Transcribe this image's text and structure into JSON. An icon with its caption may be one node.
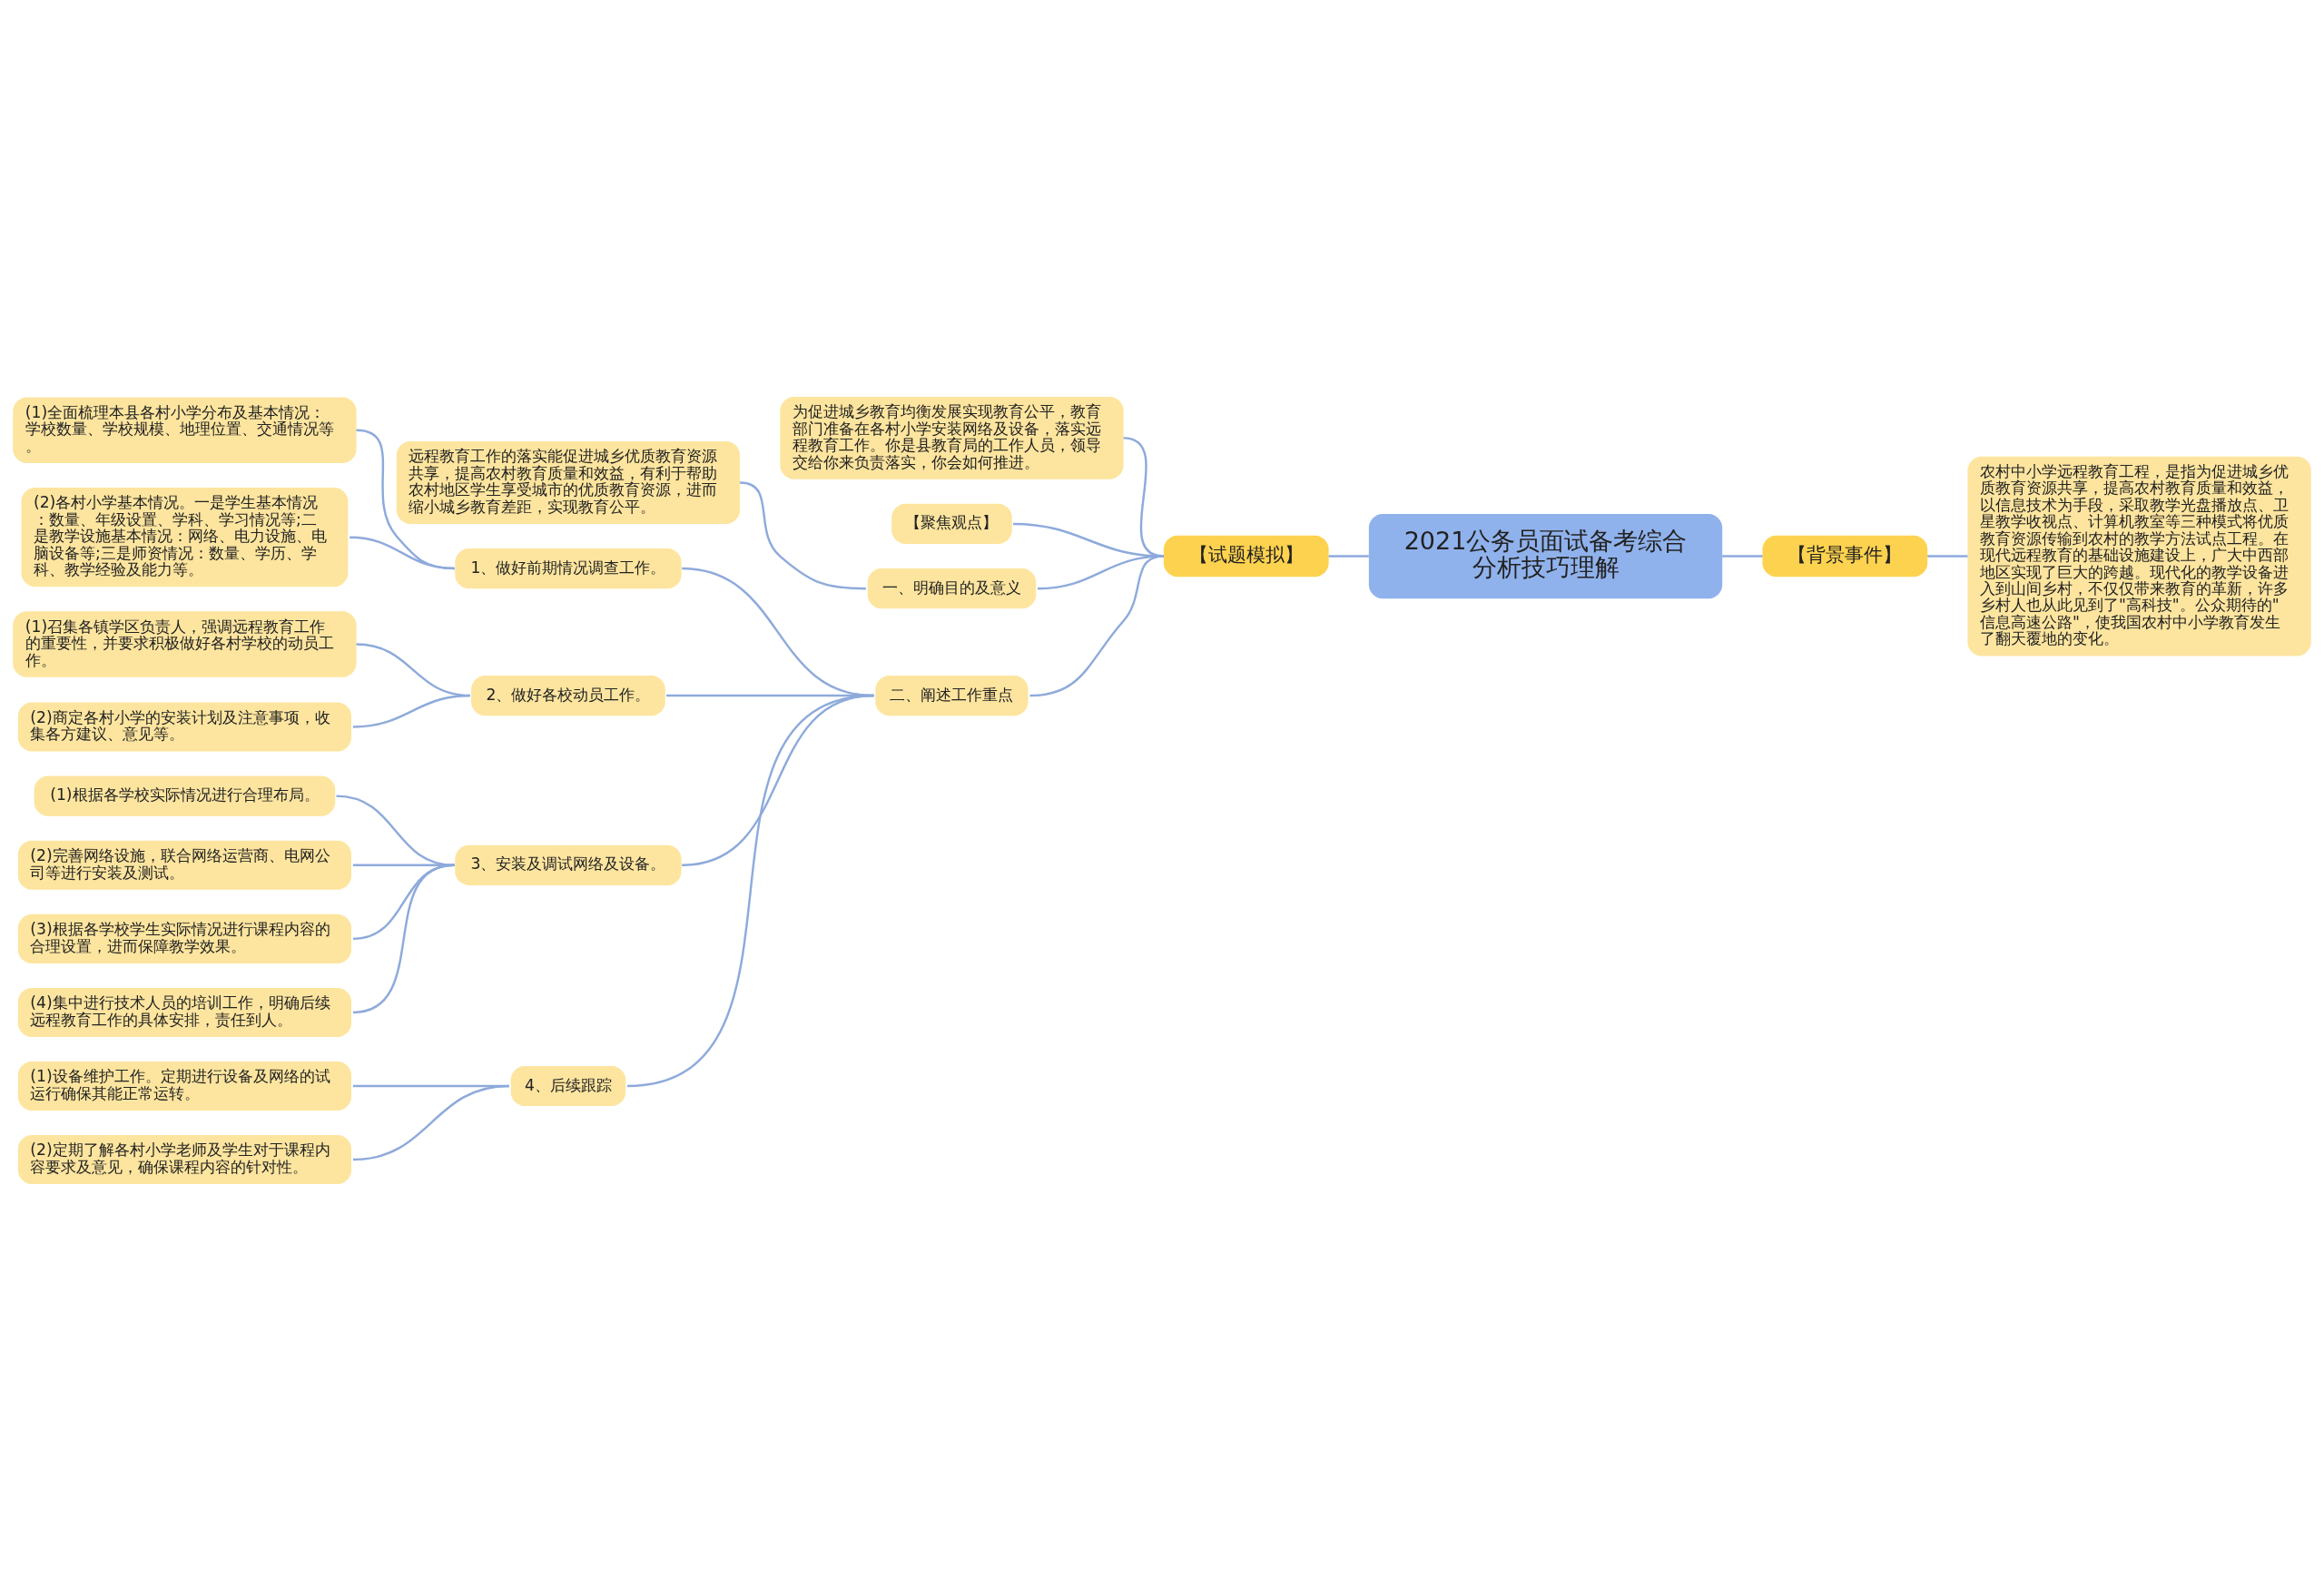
{
  "diagram": {
    "nodes": [
      {
        "text": [
          "2021公务员面试备考综合分析技巧理解"
        ]
      },
      {
        "text": [
          "【试题模拟】"
        ]
      },
      {
        "text": [
          "为促进城乡教育均衡发展实现教育公平，教育部门准备在各村小学安装网络及设备，落实远程教育工作。你是县教育局的工作人员，领导交给你来负责落实，你会如何推进。"
        ]
      },
      {
        "text": [
          "【聚焦观点】"
        ]
      },
      {
        "text": [
          "一、明确目的及意义"
        ]
      },
      {
        "text": [
          "远程教育工作的落实能促进城乡优质教育资源共享，提高农村教育质量和效益，有利于帮助农村地区学生享受城市的优质教育资源，进而缩小城乡教育差距，实现教育公平。"
        ]
      },
      {
        "text": [
          "二、阐述工作重点"
        ]
      },
      {
        "text": [
          "1、做好前期情况调查工作。"
        ]
      },
      {
        "text": [
          "(1)全面梳理本县各村小学分布及基本情况：学校数量、学校规模、地理位置、交通情况等。"
        ]
      },
      {
        "text": [
          "(2)各村小学基本情况。一是学生基本情况：数量、年级设置、学科、学习情况等;二是教学设施基本情况：网络、电力设施、电脑设备等;三是师资情况：数量、学历、学科、教学经验及能力等。"
        ]
      },
      {
        "text": [
          "2、做好各校动员工作。"
        ]
      },
      {
        "text": [
          "(1)召集各镇学区负责人，强调远程教育工作的重要性，并要求积极做好各村学校的动员工作。"
        ]
      },
      {
        "text": [
          "(2)商定各村小学的安装计划及注意事项，收集各方建议、意见等。"
        ]
      },
      {
        "text": [
          "3、安装及调试网络及设备。"
        ]
      },
      {
        "text": [
          "(1)根据各学校实际情况进行合理布局。"
        ]
      },
      {
        "text": [
          "(2)完善网络设施，联合网络运营商、电网公司等进行安装及测试。"
        ]
      },
      {
        "text": [
          "(3)根据各学校学生实际情况进行课程内容的合理设置，进而保障教学效果。"
        ]
      },
      {
        "text": [
          "(4)集中进行技术人员的培训工作，明确后续远程教育工作的具体安排，责任到人。"
        ]
      },
      {
        "text": [
          "4、后续跟踪"
        ]
      },
      {
        "text": [
          "(1)设备维护工作。定期进行设备及网络的试运行确保其能正常运转。"
        ]
      },
      {
        "text": [
          "(2)定期了解各村小学老师及学生对于课程内容要求及意见，确保课程内容的针对性。"
        ]
      },
      {
        "text": [
          "【背景事件】"
        ]
      },
      {
        "text": [
          "农村中小学远程教育工程，是指为促进城乡优质教育资源共享，提高农村教育质量和效益，以信息技术为手段，采取教学光盘播放点、卫星教学收视点、计算机教室等三种模式将优质教育资源传输到农村的教学方法试点工程。在现代远程教育的基础设施建设上，广大中西部地区实现了巨大的跨越。现代化的教学设备进入到山间乡村，不仅仅带来教育的革新，许多乡村人也从此见到了\"高科技\"。公众期待的\"信息高速公路\"，使我国农村中小学教育发生了翻天覆地的变化。"
        ]
      }
    ],
    "edges": [
      {
        "from": 1,
        "to": 0,
        "arrow": "none"
      },
      {
        "from": 2,
        "to": 1,
        "arrow": "none"
      },
      {
        "from": 3,
        "to": 1,
        "arrow": "none"
      },
      {
        "from": 4,
        "to": 1,
        "arrow": "none"
      },
      {
        "from": 5,
        "to": 4,
        "arrow": "none"
      },
      {
        "from": 6,
        "to": 1,
        "arrow": "none"
      },
      {
        "from": 7,
        "to": 6,
        "arrow": "none"
      },
      {
        "from": 8,
        "to": 7,
        "arrow": "none"
      },
      {
        "from": 9,
        "to": 7,
        "arrow": "none"
      },
      {
        "from": 10,
        "to": 6,
        "arrow": "none"
      },
      {
        "from": 11,
        "to": 10,
        "arrow": "none"
      },
      {
        "from": 12,
        "to": 10,
        "arrow": "none"
      },
      {
        "from": 13,
        "to": 6,
        "arrow": "none"
      },
      {
        "from": 14,
        "to": 13,
        "arrow": "none"
      },
      {
        "from": 15,
        "to": 13,
        "arrow": "none"
      },
      {
        "from": 16,
        "to": 13,
        "arrow": "none"
      },
      {
        "from": 17,
        "to": 13,
        "arrow": "none"
      },
      {
        "from": 18,
        "to": 6,
        "arrow": "none"
      },
      {
        "from": 19,
        "to": 18,
        "arrow": "none"
      },
      {
        "from": 20,
        "to": 18,
        "arrow": "none"
      },
      {
        "from": 0,
        "to": 21,
        "arrow": "none"
      },
      {
        "from": 21,
        "to": 22,
        "arrow": "none"
      }
    ]
  }
}
